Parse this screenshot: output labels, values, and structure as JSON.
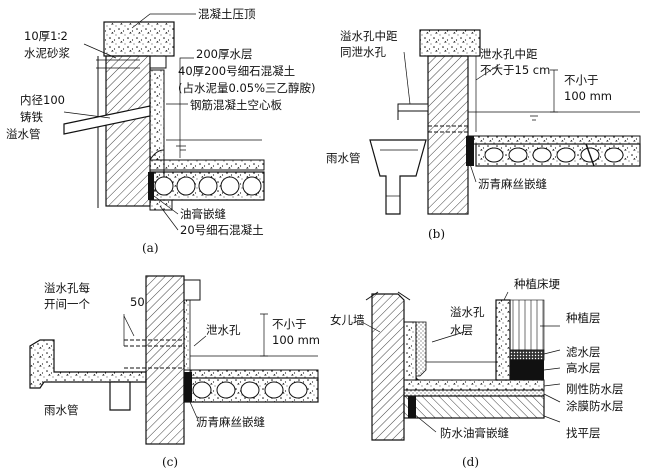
{
  "panels": {
    "a": {
      "caption": "(a)",
      "labels": {
        "concrete_coping": "混凝土压顶",
        "mortar_line1": "10厚1∶2",
        "mortar_line2": "水泥砂浆",
        "water_layer": "200厚水层",
        "fine_concrete_1": "40厚200号细石混凝土",
        "fine_concrete_2": "(占水泥量0.05%三乙醇胺)",
        "hollow_slab": "钢筋混凝土空心板",
        "pipe_line1": "内径100",
        "pipe_line2": "铸铁",
        "pipe_line3": "溢水管",
        "grease_joint": "油膏嵌缝",
        "fine_concrete_20": "20号细石混凝土"
      }
    },
    "b": {
      "caption": "(b)",
      "labels": {
        "overflow_line1": "溢水孔中距",
        "overflow_line2": "同泄水孔",
        "drain_line1": "泄水孔中距",
        "drain_line2": "不大于15 cm",
        "min_line1": "不小于",
        "min_line2": "100 mm",
        "rain_pipe": "雨水管",
        "asphalt_joint": "沥青麻丝嵌缝"
      }
    },
    "c": {
      "caption": "(c)",
      "labels": {
        "overflow_line1": "溢水孔每",
        "overflow_line2": "开间一个",
        "dim_50": "50",
        "min_line1": "不小于",
        "min_line2": "100 mm",
        "drain_hole": "泄水孔",
        "rain_pipe": "雨水管",
        "asphalt_joint": "沥青麻丝嵌缝"
      }
    },
    "d": {
      "caption": "(d)",
      "labels": {
        "parapet": "女儿墙",
        "planting_curb": "种植床埂",
        "overflow_hole": "溢水孔",
        "water_layer_word": "水层",
        "planting_layer": "种植层",
        "filter_layer": "滤水层",
        "high_water_layer": "高水层",
        "rigid_layer": "刚性防水层",
        "membrane_layer": "涂膜防水层",
        "grease_joint": "防水油膏嵌缝",
        "leveling_layer": "找平层"
      }
    }
  }
}
